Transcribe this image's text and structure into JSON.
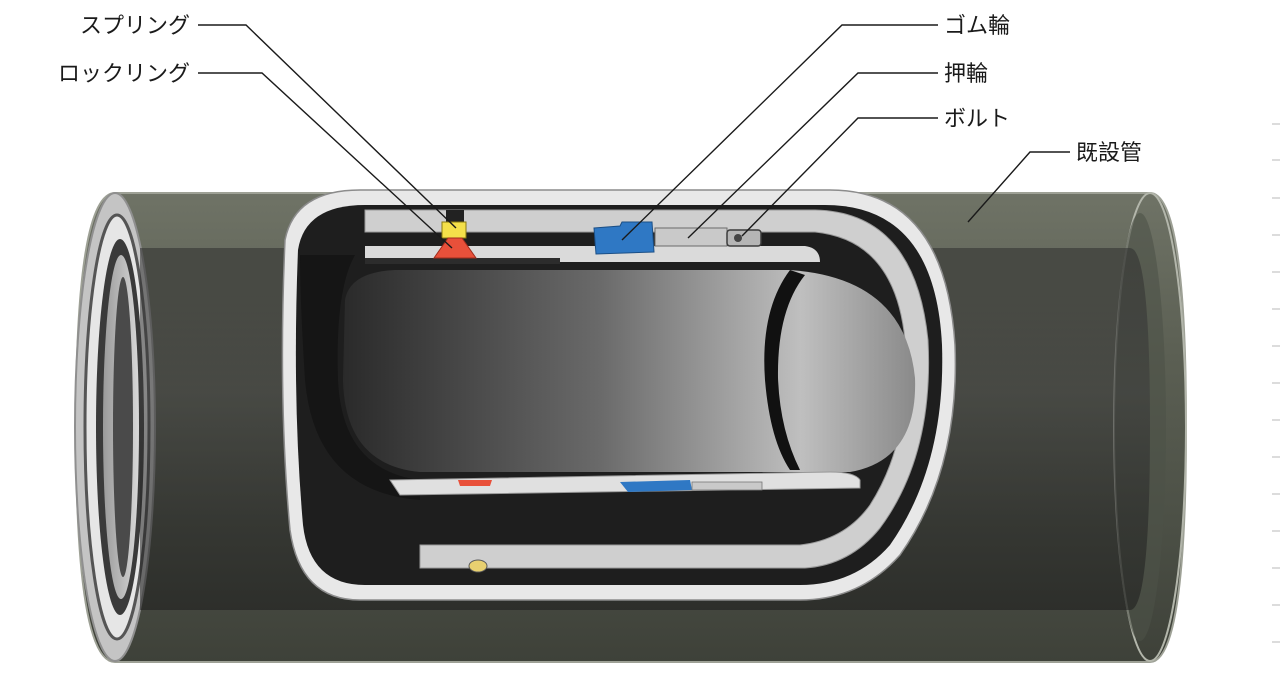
{
  "labels": {
    "spring": "スプリング",
    "lock_ring": "ロックリング",
    "rubber_ring": "ゴム輪",
    "push_ring": "押輪",
    "bolt": "ボルト",
    "existing_pipe": "既設管"
  },
  "colors": {
    "pipe_outer": "#5a5e52",
    "pipe_dark": "#2b2b2b",
    "inner_grey": "#9a9a9a",
    "liner": "#d9d9d9",
    "lock_ring": "#e8503a",
    "spring": "#f4e04a",
    "rubber_ring": "#2f78c4",
    "bolt": "#b5b5b5"
  }
}
